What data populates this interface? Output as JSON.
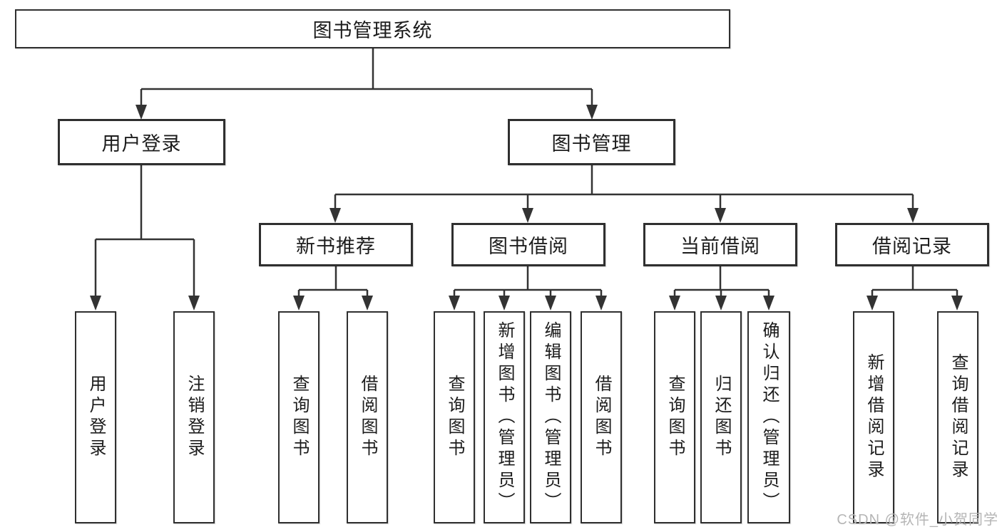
{
  "diagram_type": "hierarchy-diagram",
  "colors": {
    "line": "#333333",
    "border": "#2f2f2f",
    "text": "#1c1c1c",
    "background": "#ffffff",
    "watermark": "#b5b5b5"
  },
  "tree": {
    "label": "图书管理系统",
    "children": [
      {
        "label": "用户登录",
        "children": [
          {
            "label": "用户登录"
          },
          {
            "label": "注销登录"
          }
        ]
      },
      {
        "label": "图书管理",
        "children": [
          {
            "label": "新书推荐",
            "children": [
              {
                "label": "查询图书"
              },
              {
                "label": "借阅图书"
              }
            ]
          },
          {
            "label": "图书借阅",
            "children": [
              {
                "label": "查询图书"
              },
              {
                "label": "新增图书（管理员）"
              },
              {
                "label": "编辑图书（管理员）"
              },
              {
                "label": "借阅图书"
              }
            ]
          },
          {
            "label": "当前借阅",
            "children": [
              {
                "label": "查询图书"
              },
              {
                "label": "归还图书"
              },
              {
                "label": "确认归还（管理员）"
              }
            ]
          },
          {
            "label": "借阅记录",
            "children": [
              {
                "label": "新增借阅记录"
              },
              {
                "label": "查询借阅记录"
              }
            ]
          }
        ]
      }
    ]
  },
  "watermark": {
    "text": "CSDN @软件_小贺同学"
  }
}
